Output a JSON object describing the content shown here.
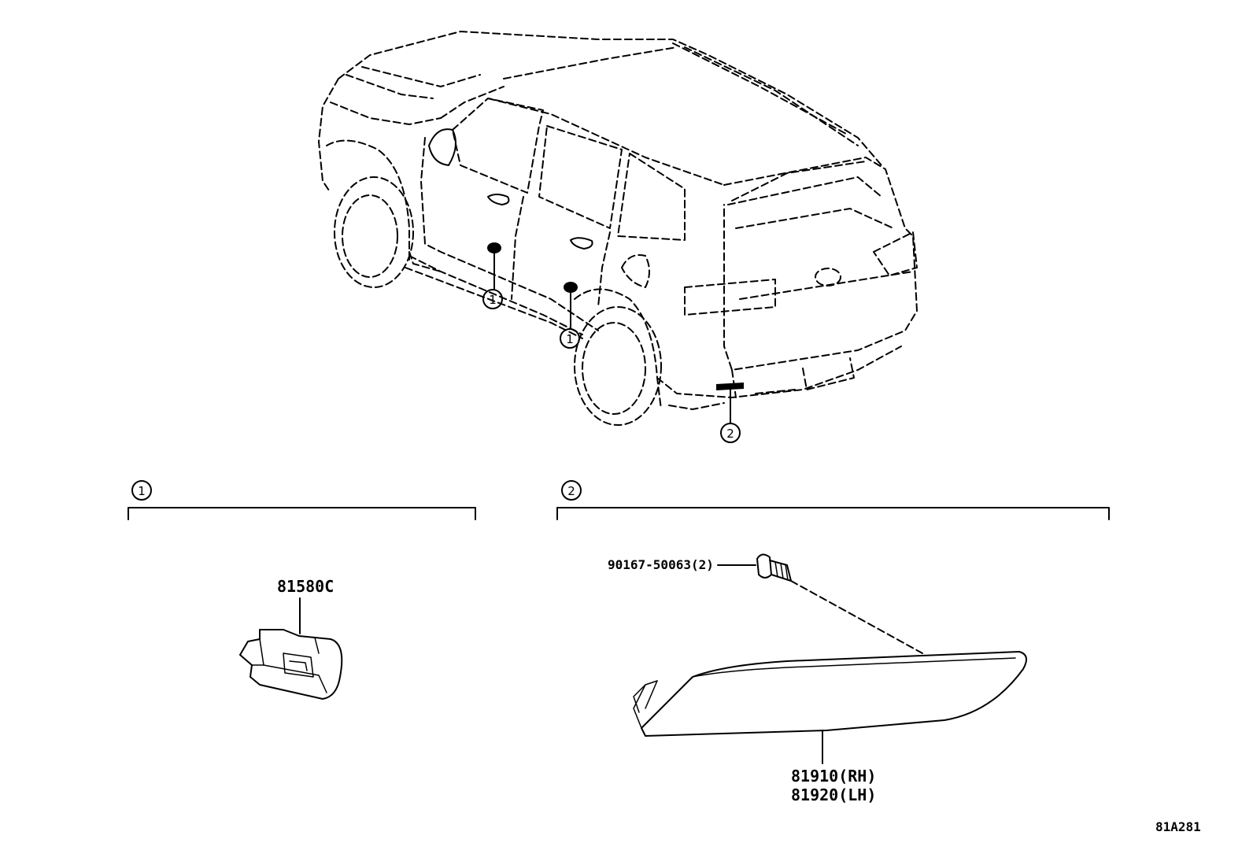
{
  "callouts": {
    "one": "1",
    "two": "2"
  },
  "sections": [
    {
      "number": "1"
    },
    {
      "number": "2"
    }
  ],
  "parts": {
    "sensor": "81580C",
    "bolt": "90167-50063(2)",
    "reflector_rh": "81910(RH)",
    "reflector_lh": "81920(LH)"
  },
  "reference": "81A281"
}
